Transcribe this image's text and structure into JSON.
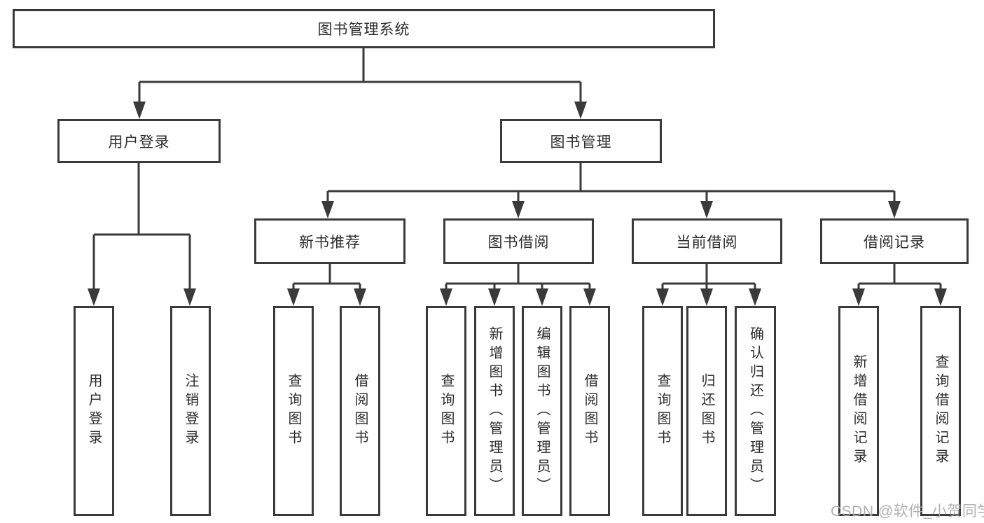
{
  "diagram": {
    "title": "图书管理系统",
    "type": "hierarchy-tree",
    "tree": {
      "label": "图书管理系统",
      "children": [
        {
          "label": "用户登录",
          "children": [
            {
              "label": "用户登录"
            },
            {
              "label": "注销登录"
            }
          ]
        },
        {
          "label": "图书管理",
          "children": [
            {
              "label": "新书推荐",
              "children": [
                {
                  "label": "查询图书"
                },
                {
                  "label": "借阅图书"
                }
              ]
            },
            {
              "label": "图书借阅",
              "children": [
                {
                  "label": "查询图书"
                },
                {
                  "label": "新增图书（管理员）"
                },
                {
                  "label": "编辑图书（管理员）"
                },
                {
                  "label": "借阅图书"
                }
              ]
            },
            {
              "label": "当前借阅",
              "children": [
                {
                  "label": "查询图书"
                },
                {
                  "label": "归还图书"
                },
                {
                  "label": "确认归还（管理员）"
                }
              ]
            },
            {
              "label": "借阅记录",
              "children": [
                {
                  "label": "新增借阅记录"
                },
                {
                  "label": "查询借阅记录"
                }
              ]
            }
          ]
        }
      ]
    },
    "colors": {
      "line": "#3a3a3a",
      "box_border": "#3a3a3a",
      "box_fill": "#ffffff",
      "text": "#2d2d2d",
      "background": "#ffffff"
    }
  },
  "watermark": {
    "text": "CSDN @软件_小贺同学"
  }
}
